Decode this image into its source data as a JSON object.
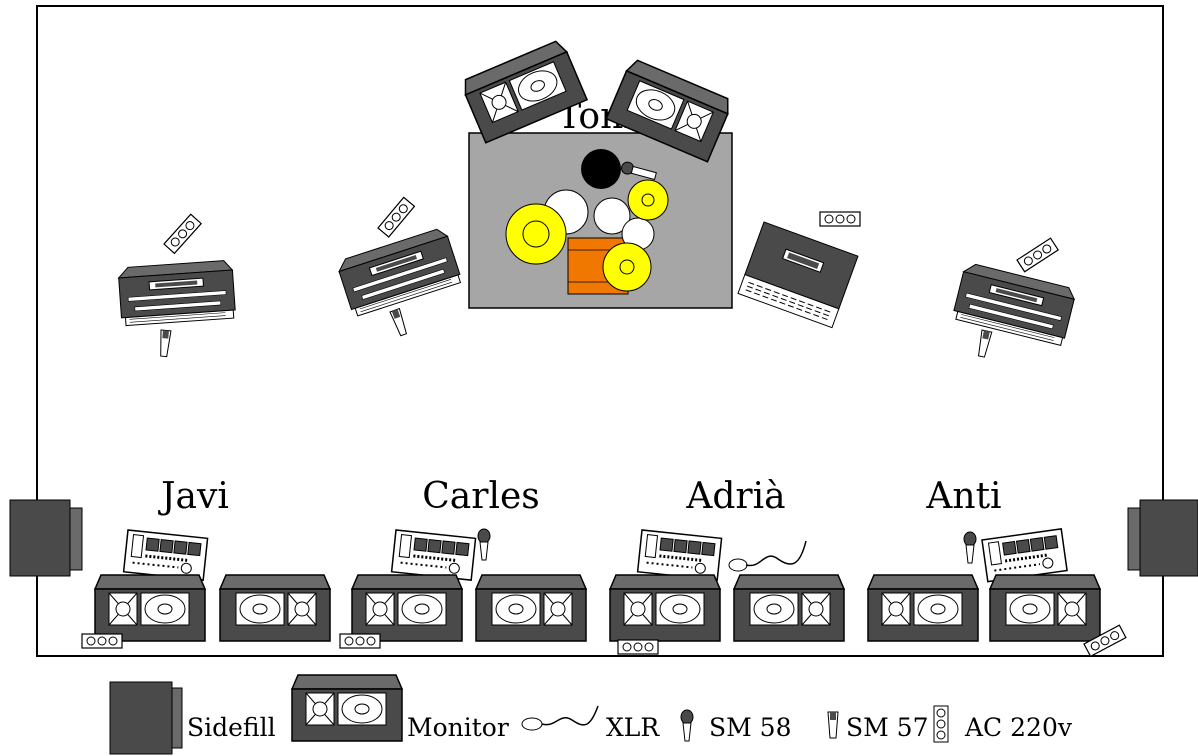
{
  "musicians": {
    "drums": "Toni",
    "m1": "Javi",
    "m2": "Carles",
    "m3": "Adrià",
    "m4": "Anti"
  },
  "legend": {
    "sidefill": "Sidefill",
    "monitor": "Monitor",
    "xlr": "XLR",
    "sm58": "SM 58",
    "sm57": "SM 57",
    "ac": "AC 220v"
  },
  "colors": {
    "equipment": "#4a4a4a",
    "riser": "#a6a6a6",
    "cymbal": "#ffff00",
    "kick": "#f07800",
    "drum_head": "#ffffff",
    "floor_tom": "#000000"
  },
  "icons": [
    "sidefill-icon",
    "monitor-icon",
    "xlr-cable-icon",
    "sm58-mic-icon",
    "sm57-mic-icon",
    "ac-outlet-icon",
    "amp-icon",
    "pedalboard-icon"
  ]
}
